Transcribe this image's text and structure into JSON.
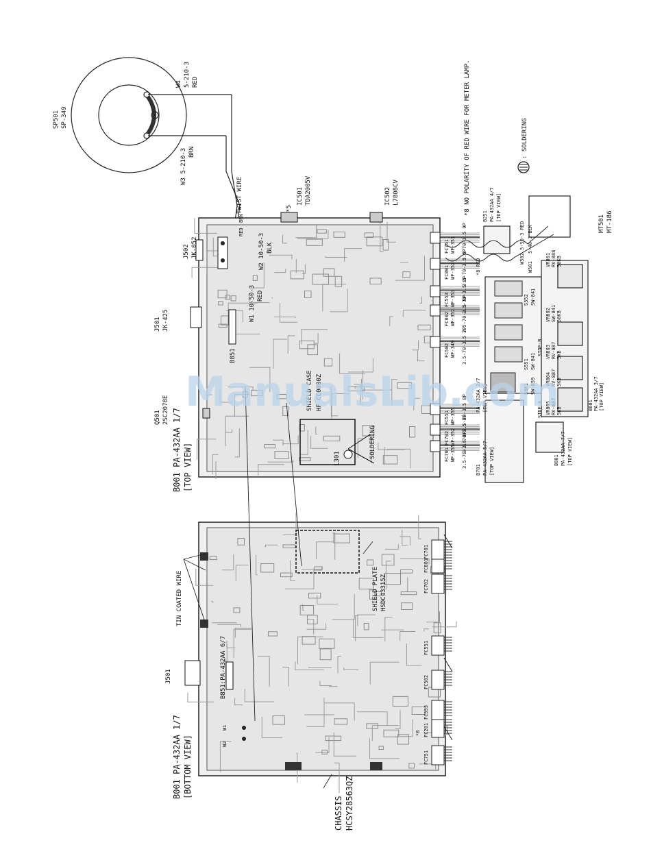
{
  "labels": {
    "sp501": "SP501",
    "sp349": "SP-349",
    "w4": "W4",
    "w4_part": "5-210-3",
    "red": "RED",
    "w3_part": "W3 5-210-3",
    "brn": "BRN",
    "note": "*8 NO POLARITY OF RED WIRE FOR METER LAMP.",
    "soldering_legend": ": SOLDERING",
    "twist_wire": "TWIST WIRE",
    "ic501": "IC501",
    "ic501_part": "TDA2005V",
    "w5": "*5",
    "ic502": "IC502",
    "ic502_part": "L7808CV",
    "j502": "J502",
    "j502_part": "JK-052",
    "w2": "W2 10-50-3",
    "blk": "BLK",
    "w1": "W1 10-50-3",
    "j501_top": "J501",
    "j501_part": "JK-425",
    "b851": "B851",
    "q501": "Q501",
    "q501_part": "2SC2078E",
    "shield_case": "SHIELD CASE",
    "shield_case_part": "HF CC0000Z",
    "soldering": "SOLDERING",
    "l301": "L301",
    "b001_top": "B001 PA-432AA 1/7",
    "top_view": "[TOP VIEW]",
    "b001_bottom": "B001 PA-432AA 1/7",
    "bottom_view": "[BOTTOM VIEW]",
    "tin_coated": "TIN COATED WIRE",
    "j501_bottom": "J501",
    "b851_bottom": "B851:PA-432AA 6/7",
    "w1_b": "W1",
    "w2_b": "W2",
    "shield_plate": "SHIELD PLATE",
    "shield_plate_part": "HSDC43315Z",
    "chassis": "CHASSIS",
    "chassis_part": "HCSY28563QZ",
    "b251": "B251",
    "b251_part": "PA-432AA 4/7",
    "mt501": "MT501",
    "mt501_part": "MT-186",
    "w502": "W502 5-50-3 RED",
    "w501": "W501",
    "w501_part": "5-40-3 BLK",
    "red_star": "*8 RED",
    "b701": "B701",
    "b701_part": "PA-432AA 5/7",
    "b801": "B801",
    "b801_part": "PA-432AA 7/7",
    "b601": "B601",
    "b601_part": "PA-432AA 3/7",
    "pa2": "PA-432AA 2/7",
    "side_a": "SIDE:A",
    "side_b": "SIDE:B",
    "vr801": "VR801",
    "vr801_part": "RV-888",
    "vr802": "VR802",
    "vr802_part": "SW-841",
    "vr803": "VR803",
    "vr803_part": "RV-887",
    "vr804": "VR804",
    "vr805": "VR805",
    "s551": "S551",
    "s551_part": "SW-841",
    "s552": "S552",
    "s552_part": "SW-841",
    "s801": "S801",
    "s801_part": "SW-859",
    "val_5k": "5KB",
    "val_50k": "50KB",
    "watermark": "ManualsLib.com"
  },
  "fc_top": [
    {
      "name": "FC751",
      "part": "WF-351",
      "spec": "3.5-70-3.5 9P"
    },
    {
      "name": "FC801",
      "part": "WF-352",
      "spec": "3.5-70-3.5 8P"
    },
    {
      "name": "FC553",
      "part": "WF-353",
      "spec": "3.5-70-3.5 8P"
    },
    {
      "name": "FC802",
      "part": "WF-352",
      "spec": "3.5-70-3.5 8P"
    },
    {
      "name": "FC502",
      "part": "WF-349",
      "spec": "3.5-70-3.5 7P"
    },
    {
      "name": "FC551",
      "part": "WF-355",
      "spec": "3.5-70-3.5 8P"
    },
    {
      "name": "FC702",
      "part": "WF-352",
      "spec": "3.5-70-3.5 8P"
    },
    {
      "name": "FC701",
      "part": "WF-355",
      "spec": "3.5-70-3.5 8P"
    }
  ],
  "fc_bottom": [
    "FC751",
    "FC201",
    "FC553",
    "FC502",
    "FC551",
    "FC702",
    "FC801",
    "FC701"
  ],
  "fc_bottom_w": "*8"
}
